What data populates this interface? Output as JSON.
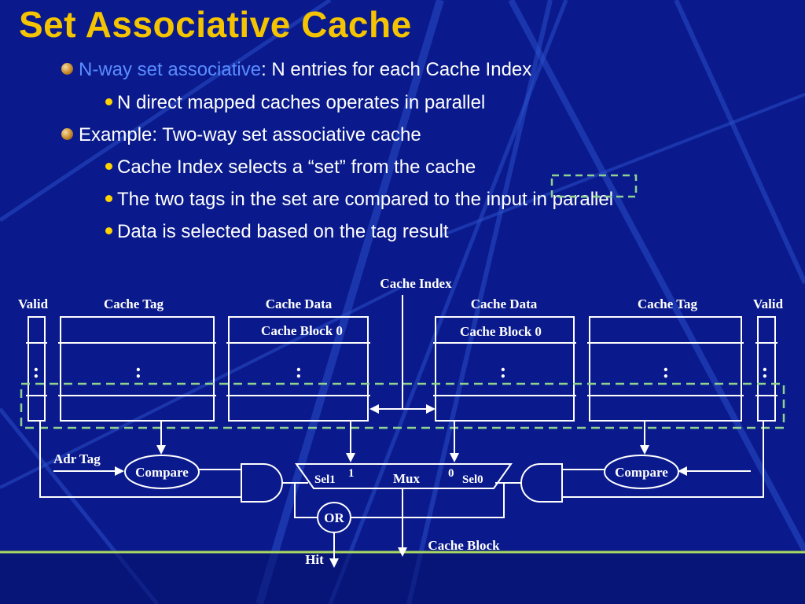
{
  "slide": {
    "title": "Set Associative Cache",
    "bullets": [
      {
        "level": 1,
        "highlight": "N-way set associative",
        "text": ": N entries for each Cache Index"
      },
      {
        "level": 2,
        "highlight": "",
        "text": "N direct mapped caches operates in parallel"
      },
      {
        "level": 1,
        "highlight": "",
        "text": "Example: Two-way set associative cache"
      },
      {
        "level": 2,
        "highlight": "",
        "text": "Cache Index selects a “set” from the cache"
      },
      {
        "level": 2,
        "highlight": "",
        "text": "The two tags in the set are compared to the input in parallel"
      },
      {
        "level": 2,
        "highlight": "",
        "text": "Data is selected based on the tag result"
      }
    ]
  },
  "diagram": {
    "cache_index": "Cache Index",
    "left_valid": "Valid",
    "left_tag": "Cache Tag",
    "left_data": "Cache Data",
    "left_block0": "Cache Block 0",
    "right_data": "Cache Data",
    "right_block0": "Cache Block 0",
    "right_tag": "Cache Tag",
    "right_valid": "Valid",
    "ellipsis": ":",
    "adr_tag": "Adr Tag",
    "compare_left": "Compare",
    "compare_right": "Compare",
    "sel1": "Sel1",
    "sel1_value": "1",
    "mux": "Mux",
    "sel0_value": "0",
    "sel0": "Sel0",
    "or": "OR",
    "hit": "Hit",
    "cache_block": "Cache Block"
  },
  "colors": {
    "background": "#0a1a8c",
    "title": "#f5c400",
    "highlight": "#5a8cff",
    "set_highlight": "#8fd18f",
    "bottom_rule": "#a8d860"
  }
}
